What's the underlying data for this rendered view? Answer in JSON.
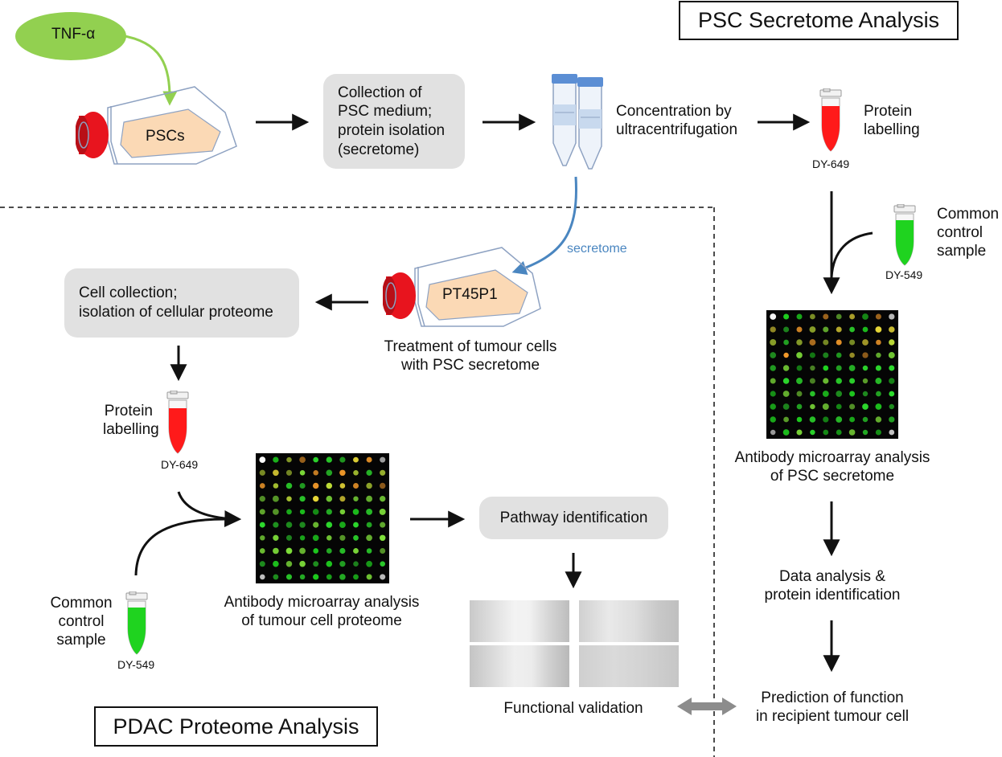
{
  "titles": {
    "secretome": "PSC Secretome Analysis",
    "proteome": "PDAC Proteome Analysis"
  },
  "stimulus": "TNF-α",
  "flask_top": "PSCs",
  "flask_bottom": "PT45P1",
  "steps": {
    "collection": [
      "Collection of",
      "PSC medium;",
      "protein isolation",
      "(secretome)"
    ],
    "concentration": [
      "Concentration by",
      "ultracentrifugation"
    ],
    "labelling_top": [
      "Protein",
      "labelling"
    ],
    "dye_red_top": "DY-649",
    "control_top": [
      "Common",
      "control",
      "sample"
    ],
    "dye_green_top": "DY-549",
    "secretome_arrow": "secretome",
    "array_secretome": [
      "Antibody microarray analysis",
      "of PSC secretome"
    ],
    "data_analysis": [
      "Data analysis &",
      "protein identification"
    ],
    "prediction": [
      "Prediction of function",
      "in recipient tumour cell"
    ],
    "cell_collection": [
      "Cell collection;",
      "isolation of cellular proteome"
    ],
    "treatment": [
      "Treatment of tumour cells",
      "with PSC secretome"
    ],
    "labelling_bottom": [
      "Protein",
      "labelling"
    ],
    "dye_red_bottom": "DY-649",
    "control_bottom": [
      "Common",
      "control",
      "sample"
    ],
    "dye_green_bottom": "DY-549",
    "array_proteome": [
      "Antibody microarray analysis",
      "of tumour cell proteome"
    ],
    "pathway": "Pathway identification",
    "functional": "Functional validation"
  },
  "colors": {
    "tnf": "#92d050",
    "cap_red": "#e8141e",
    "cell_fill": "#fbd9b5",
    "flask_outline": "#8ea2c2",
    "secretome_arrow": "#4a86c0",
    "pill": "#e1e1e1",
    "label_red": "#ff1a1a",
    "label_green": "#1fd31f",
    "double_arrow": "#8c8c8c"
  },
  "icons": {
    "tube": "microcentrifuge-tube-icon",
    "falcon": "falcon-tube-icon",
    "flask": "culture-flask-icon",
    "array": "antibody-microarray-icon",
    "wound": "wound-healing-assay-icon"
  }
}
